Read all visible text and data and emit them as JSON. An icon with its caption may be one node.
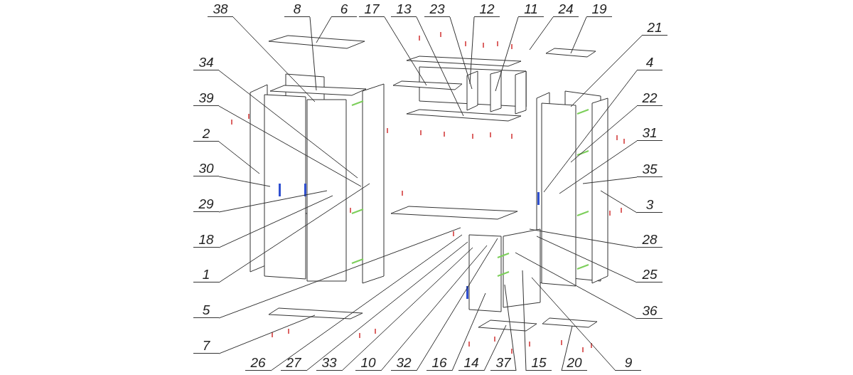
{
  "diagram": {
    "nodes": [
      {
        "text": [
          "38"
        ]
      },
      {
        "text": [
          "8"
        ]
      },
      {
        "text": [
          "6"
        ]
      },
      {
        "text": [
          "17"
        ]
      },
      {
        "text": [
          "13"
        ]
      },
      {
        "text": [
          "23"
        ]
      },
      {
        "text": [
          "12"
        ]
      },
      {
        "text": [
          "11"
        ]
      },
      {
        "text": [
          "24"
        ]
      },
      {
        "text": [
          "19"
        ]
      },
      {
        "text": [
          "21"
        ]
      },
      {
        "text": [
          "34"
        ]
      },
      {
        "text": [
          "39"
        ]
      },
      {
        "text": [
          "2"
        ]
      },
      {
        "text": [
          "30"
        ]
      },
      {
        "text": [
          "29"
        ]
      },
      {
        "text": [
          "18"
        ]
      },
      {
        "text": [
          "1"
        ]
      },
      {
        "text": [
          "5"
        ]
      },
      {
        "text": [
          "7"
        ]
      },
      {
        "text": [
          "4"
        ]
      },
      {
        "text": [
          "22"
        ]
      },
      {
        "text": [
          "31"
        ]
      },
      {
        "text": [
          "35"
        ]
      },
      {
        "text": [
          "3"
        ]
      },
      {
        "text": [
          "28"
        ]
      },
      {
        "text": [
          "25"
        ]
      },
      {
        "text": [
          "36"
        ]
      },
      {
        "text": [
          "26"
        ]
      },
      {
        "text": [
          "27"
        ]
      },
      {
        "text": [
          "33"
        ]
      },
      {
        "text": [
          "10"
        ]
      },
      {
        "text": [
          "32"
        ]
      },
      {
        "text": [
          "16"
        ]
      },
      {
        "text": [
          "14"
        ]
      },
      {
        "text": [
          "37"
        ]
      },
      {
        "text": [
          "15"
        ]
      },
      {
        "text": [
          "20"
        ]
      },
      {
        "text": [
          "9"
        ]
      }
    ],
    "edges": [
      {
        "from": 0,
        "to": null,
        "arrow": "none"
      },
      {
        "from": 1,
        "to": null,
        "arrow": "none"
      },
      {
        "from": 2,
        "to": null,
        "arrow": "none"
      },
      {
        "from": 3,
        "to": null,
        "arrow": "none"
      },
      {
        "from": 4,
        "to": null,
        "arrow": "none"
      },
      {
        "from": 5,
        "to": null,
        "arrow": "none"
      },
      {
        "from": 6,
        "to": null,
        "arrow": "none"
      },
      {
        "from": 7,
        "to": null,
        "arrow": "none"
      },
      {
        "from": 8,
        "to": null,
        "arrow": "none"
      },
      {
        "from": 9,
        "to": null,
        "arrow": "none"
      },
      {
        "from": 10,
        "to": null,
        "arrow": "none"
      },
      {
        "from": 11,
        "to": null,
        "arrow": "none"
      },
      {
        "from": 12,
        "to": null,
        "arrow": "none"
      },
      {
        "from": 13,
        "to": null,
        "arrow": "none"
      },
      {
        "from": 14,
        "to": null,
        "arrow": "none"
      },
      {
        "from": 15,
        "to": null,
        "arrow": "none"
      },
      {
        "from": 16,
        "to": null,
        "arrow": "none"
      },
      {
        "from": 17,
        "to": null,
        "arrow": "none"
      },
      {
        "from": 18,
        "to": null,
        "arrow": "none"
      },
      {
        "from": 19,
        "to": null,
        "arrow": "none"
      },
      {
        "from": 20,
        "to": null,
        "arrow": "none"
      },
      {
        "from": 21,
        "to": null,
        "arrow": "none"
      },
      {
        "from": 22,
        "to": null,
        "arrow": "none"
      },
      {
        "from": 23,
        "to": null,
        "arrow": "none"
      },
      {
        "from": 24,
        "to": null,
        "arrow": "none"
      },
      {
        "from": 25,
        "to": null,
        "arrow": "none"
      },
      {
        "from": 26,
        "to": null,
        "arrow": "none"
      },
      {
        "from": 27,
        "to": null,
        "arrow": "none"
      },
      {
        "from": 28,
        "to": null,
        "arrow": "none"
      },
      {
        "from": 29,
        "to": null,
        "arrow": "none"
      },
      {
        "from": 30,
        "to": null,
        "arrow": "none"
      },
      {
        "from": 31,
        "to": null,
        "arrow": "none"
      },
      {
        "from": 32,
        "to": null,
        "arrow": "none"
      },
      {
        "from": 33,
        "to": null,
        "arrow": "none"
      },
      {
        "from": 34,
        "to": null,
        "arrow": "none"
      },
      {
        "from": 35,
        "to": null,
        "arrow": "none"
      },
      {
        "from": 36,
        "to": null,
        "arrow": "none"
      },
      {
        "from": 37,
        "to": null,
        "arrow": "none"
      },
      {
        "from": 38,
        "to": null,
        "arrow": "none"
      }
    ]
  }
}
